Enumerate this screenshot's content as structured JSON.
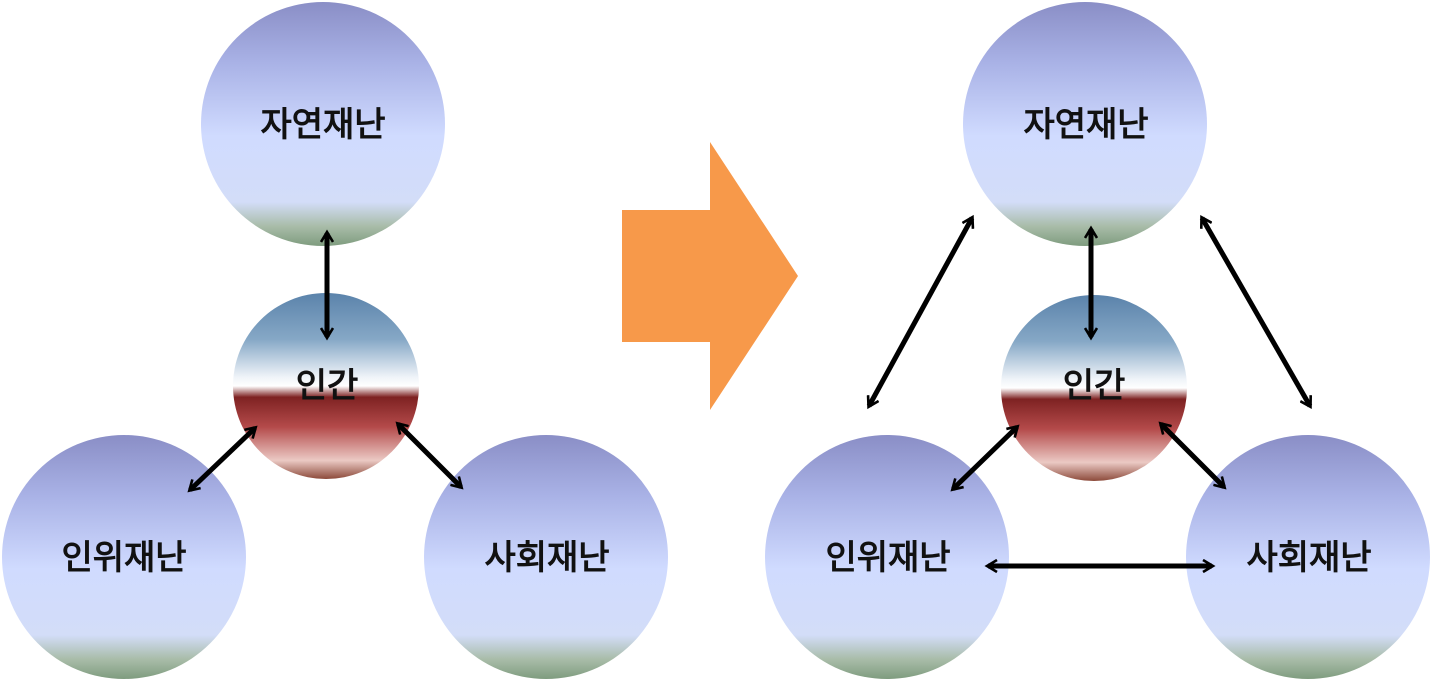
{
  "left_diagram": {
    "top": "자연재난",
    "center": "인간",
    "bottom_left": "인위재난",
    "bottom_right": "사회재난"
  },
  "right_diagram": {
    "top": "자연재난",
    "center": "인간",
    "bottom_left": "인위재난",
    "bottom_right": "사회재난"
  },
  "colors": {
    "disaster_circle_top": "#8c90c8",
    "disaster_circle_mid": "#d2dcff",
    "disaster_circle_bottom": "#8aa88a",
    "human_circle_top": "#5f86ad",
    "human_circle_mid": "#ffffff",
    "human_circle_red": "#9a2a2a",
    "arrow": "#000000",
    "transition_arrow": "#f7994a"
  }
}
